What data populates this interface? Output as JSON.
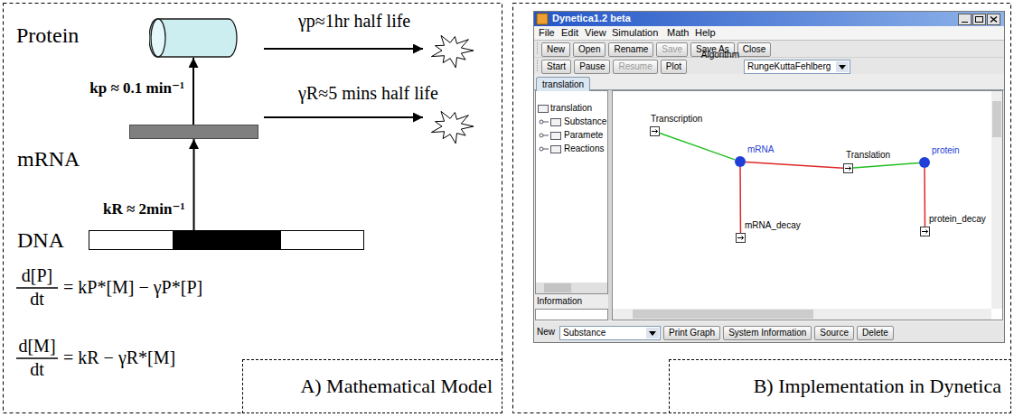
{
  "diagram": {
    "nodes": [
      {
        "text": [
          "Protein"
        ]
      },
      {
        "text": [
          "mRNA"
        ]
      },
      {
        "text": [
          "DNA"
        ]
      },
      {
        "text": [
          "A) Mathematical Model"
        ]
      },
      {
        "text": [
          "Dynetica1.2 beta"
        ]
      },
      {
        "text": [
          "New"
        ],
        "in": 4
      },
      {
        "text": [
          "Open"
        ],
        "in": 4
      },
      {
        "text": [
          "Rename"
        ],
        "in": 4
      },
      {
        "text": [
          "Save"
        ],
        "in": 4
      },
      {
        "text": [
          "Save As"
        ],
        "in": 4
      },
      {
        "text": [
          "Close"
        ],
        "in": 4
      },
      {
        "text": [
          "Start"
        ],
        "in": 4
      },
      {
        "text": [
          "Pause"
        ],
        "in": 4
      },
      {
        "text": [
          "Resume"
        ],
        "in": 4
      },
      {
        "text": [
          "Plot"
        ],
        "in": 4
      },
      {
        "text": [
          "RungeKuttaFehlberg"
        ],
        "in": 4
      },
      {
        "text": [
          "translation"
        ],
        "in": 4
      },
      {
        "text": [
          "Transcription"
        ],
        "in": 4
      },
      {
        "text": [
          "mRNA"
        ],
        "in": 4
      },
      {
        "text": [
          "Translation"
        ],
        "in": 4
      },
      {
        "text": [
          "protein"
        ],
        "in": 4
      },
      {
        "text": [
          "mRNA_decay"
        ],
        "in": 4
      },
      {
        "text": [
          "protein_decay"
        ],
        "in": 4
      },
      {
        "text": [
          "Substance"
        ],
        "in": 4
      },
      {
        "text": [
          "Print Graph"
        ],
        "in": 4
      },
      {
        "text": [
          "System Information"
        ],
        "in": 4
      },
      {
        "text": [
          "Source"
        ],
        "in": 4
      },
      {
        "text": [
          "Delete"
        ],
        "in": 4
      },
      {
        "text": [
          "B) Implementation in Dynetica"
        ]
      }
    ],
    "edges": [
      {
        "from": 2,
        "to": 1,
        "arrow": "to",
        "label": "kR ≈ 2min⁻¹"
      },
      {
        "from": 1,
        "to": 0,
        "arrow": "to",
        "label": "kp ≈ 0.1 min⁻¹"
      },
      {
        "from": 17,
        "to": 18,
        "arrow": "none"
      },
      {
        "from": 18,
        "to": 19,
        "arrow": "none"
      },
      {
        "from": 19,
        "to": 20,
        "arrow": "none"
      },
      {
        "from": 18,
        "to": 21,
        "arrow": "none"
      },
      {
        "from": 20,
        "to": 22,
        "arrow": "none"
      }
    ],
    "labels": [
      "γp≈1hr half life",
      "γR≈5 mins half life",
      "d[P]",
      "dt",
      "= kP*[M] − γP*[P]",
      "d[M]",
      "dt",
      "= kR − γR*[M]",
      "File",
      "Edit",
      "View",
      "Simulation",
      "Math",
      "Help",
      "Algorithm",
      "translation",
      "Substance",
      "Paramete",
      "Reactions",
      "Information",
      "New"
    ]
  }
}
